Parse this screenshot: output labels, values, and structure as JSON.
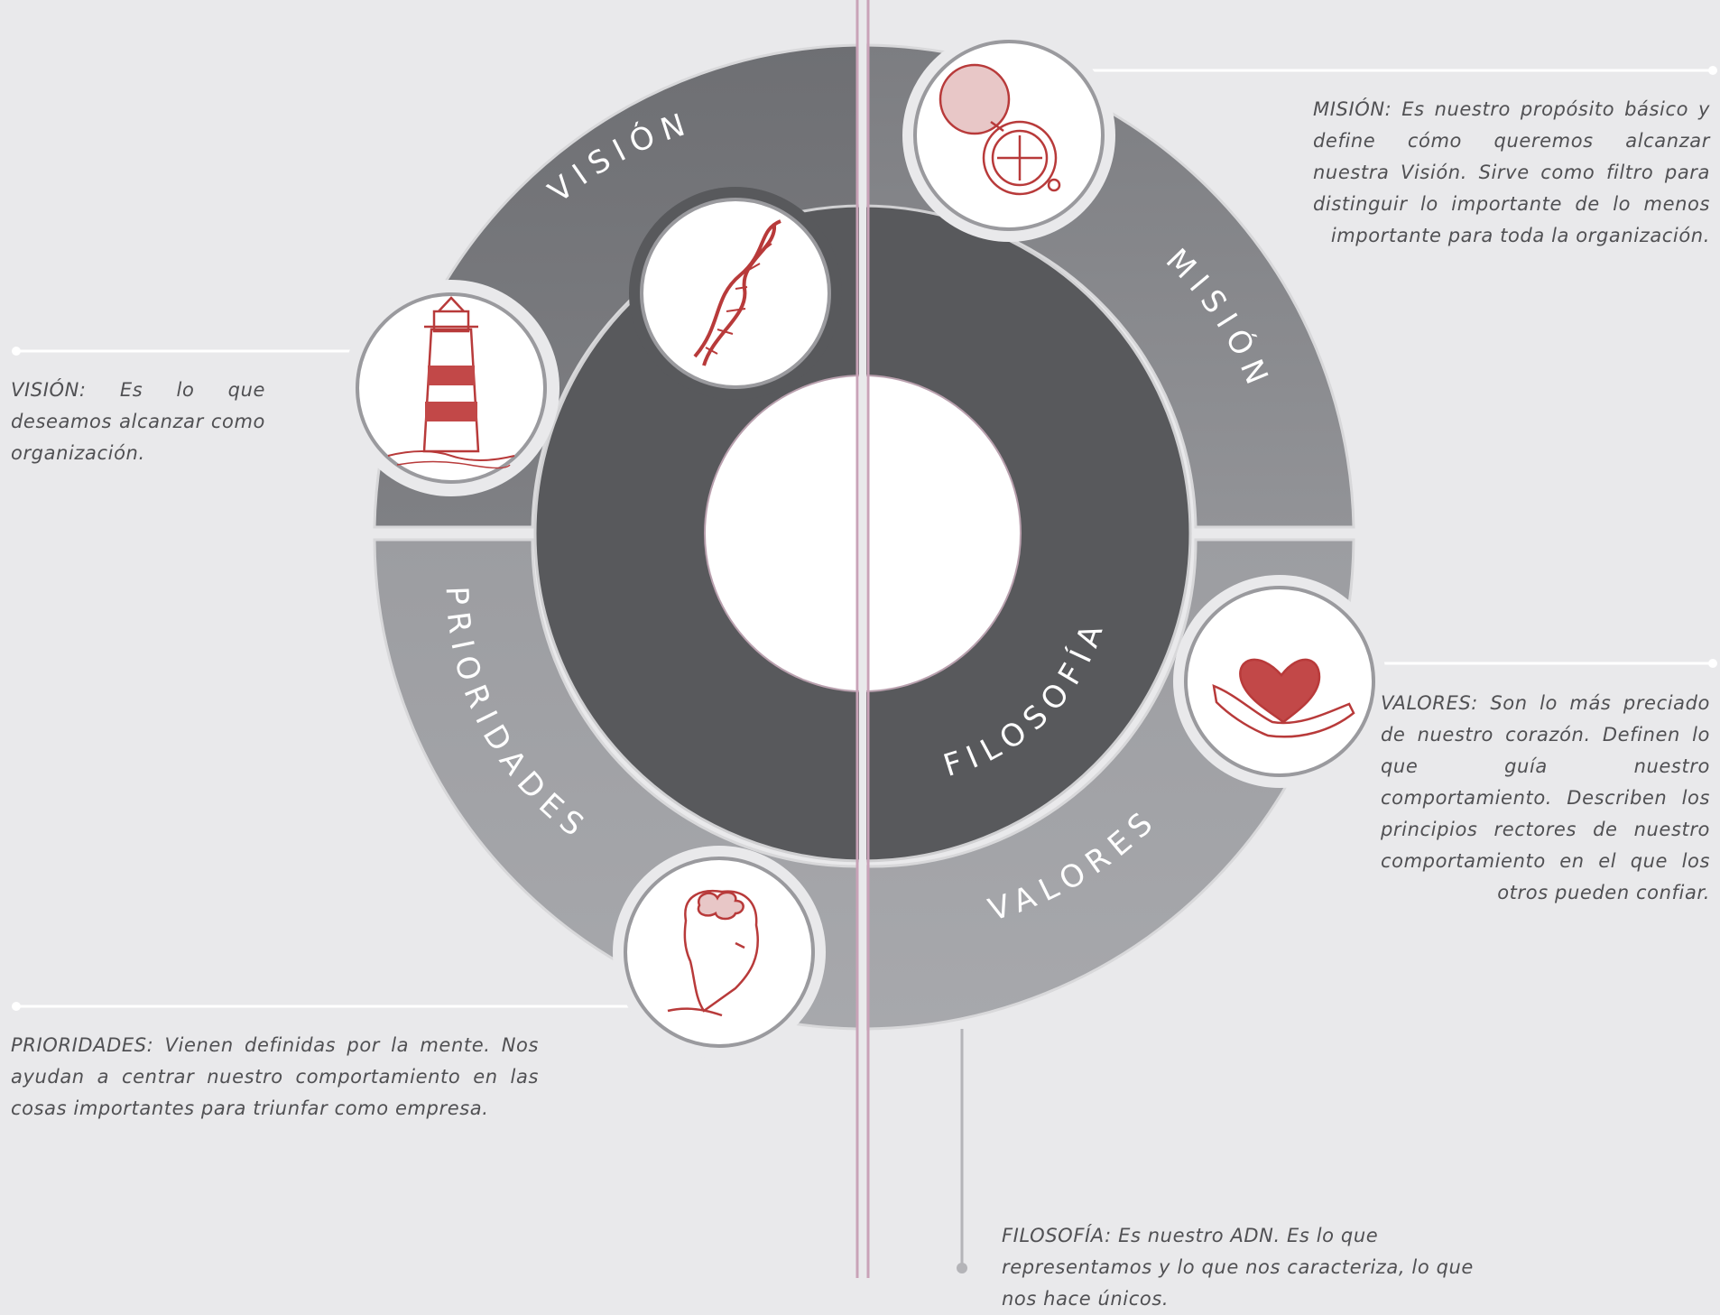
{
  "diagram": {
    "center_title": "",
    "segments": [
      {
        "key": "vision",
        "label": "VISIÓN",
        "icon": "lighthouse-icon"
      },
      {
        "key": "mision",
        "label": "MISIÓN",
        "icon": "compass-icon"
      },
      {
        "key": "valores",
        "label": "VALORES",
        "icon": "heart-hand-icon"
      },
      {
        "key": "prioridades",
        "label": "PRIORIDADES",
        "icon": "head-thought-icon"
      },
      {
        "key": "filosofia",
        "label": "FILOSOFÍA",
        "icon": "dna-icon"
      }
    ]
  },
  "descriptions": {
    "vision": "VISIÓN: Es lo que deseamos alcanzar como organización.",
    "mision": "MISIÓN: Es nuestro propósito básico y define cómo queremos alcanzar nuestra Visión. Sirve como filtro para distinguir lo importante de lo menos importante para toda la organización.",
    "valores": "VALORES: Son lo más preciado de nuestro corazón. Definen lo que guía nuestro comportamiento. Describen los principios rectores de nuestro comportamiento en el que los otros pueden confiar.",
    "prioridades": "PRIORIDADES: Vienen definidas por la mente. Nos ayudan a centrar nuestro comportamiento en las cosas importantes para triunfar como empresa.",
    "filosofia": "FILOSOFÍA: Es nuestro ADN. Es lo que representamos y lo que nos caracteriza, lo que nos hace únicos."
  },
  "colors": {
    "background": "#e9e9eb",
    "outer_ring_top": "#77787c",
    "outer_ring_bottom": "#9a9b9f",
    "inner_ring": "#58595c",
    "accent_line": "#c9a3b8",
    "icon_red": "#b83a3a"
  }
}
